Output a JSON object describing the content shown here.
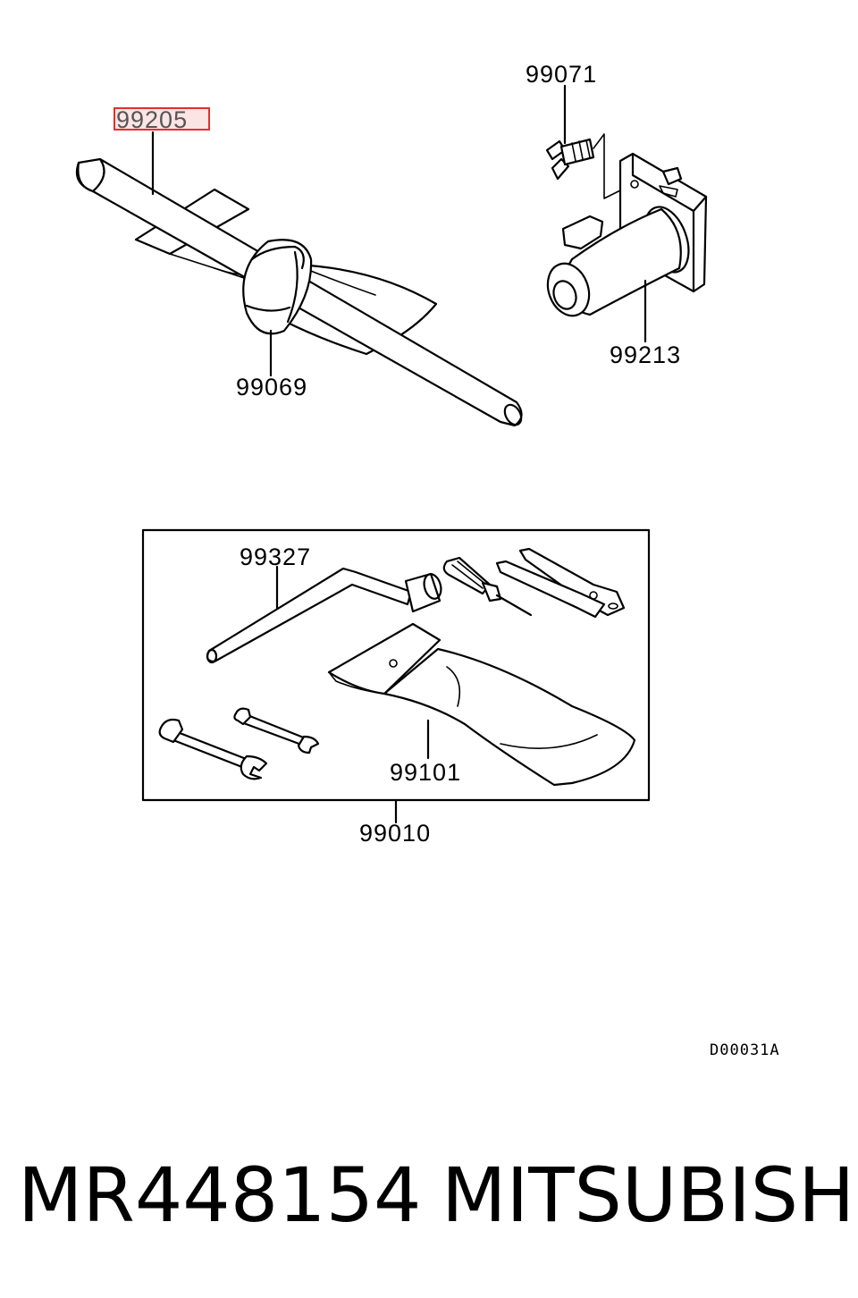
{
  "parts": {
    "p99205": "99205",
    "p99071": "99071",
    "p99069": "99069",
    "p99213": "99213",
    "p99327": "99327",
    "p99101": "99101",
    "p99010": "99010"
  },
  "diagram_code": "D00031A",
  "caption": {
    "part_number": "MR448154",
    "brand": "MITSUBISHI"
  },
  "highlight_color": "#e0312f"
}
